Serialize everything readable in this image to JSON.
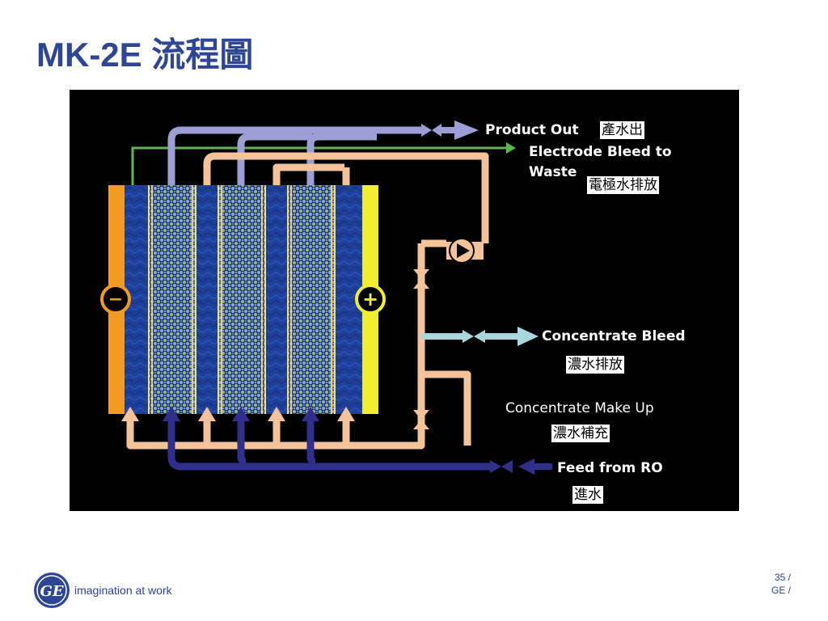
{
  "slide": {
    "title": "MK-2E 流程圖",
    "tagline": "imagination at work",
    "page_number": "35 /",
    "page_org": "GE /",
    "logo_text": "GE"
  },
  "diagram": {
    "labels": {
      "product_out": "Product Out",
      "product_out_zh": "產水出",
      "electrode_bleed_1": "Electrode Bleed to",
      "electrode_bleed_2": "Waste",
      "electrode_bleed_zh": "電極水排放",
      "concentrate_bleed": "Concentrate Bleed",
      "concentrate_bleed_zh": "濃水排放",
      "concentrate_makeup": "Concentrate Make Up",
      "concentrate_makeup_zh": "濃水補充",
      "feed_from_ro": "Feed from RO",
      "feed_from_ro_zh": "進水"
    },
    "electrode_negative": "−",
    "electrode_positive": "+",
    "colors": {
      "product": "#9b9fd6",
      "electrode_bleed": "#5cb84a",
      "concentrate": "#f5c39a",
      "feed": "#30308c",
      "concentrate_bleed": "#a8d8dc",
      "cathode": "#f39a22",
      "anode": "#f2ee2f",
      "background": "#000000",
      "title": "#2f4596"
    }
  }
}
